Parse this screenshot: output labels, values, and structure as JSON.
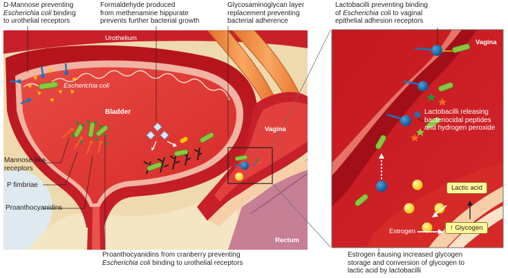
{
  "labels": {
    "d_mannose_l1": "D-Mannose preventing",
    "d_mannose_l2_em": "Escherichia coli",
    "d_mannose_l2_rest": " binding",
    "d_mannose_l3": "to urothelial receptors",
    "formaldehyde_l1": "Formaldehyde produced",
    "formaldehyde_l2": "from methenamine hippurate",
    "formaldehyde_l3": "prevents further bacterial growth",
    "gag_l1": "Glycosaminoglycan layer",
    "gag_l2": "replacement preventing",
    "gag_l3": "bacterial adherence",
    "lacto_bind_l1": "Lactobacilli preventing binding",
    "lacto_bind_l2_pre": "of ",
    "lacto_bind_l2_em": "Escherichia coli",
    "lacto_bind_l2_rest": " to vaginal",
    "lacto_bind_l3": "epithelial adhesion receptors",
    "urothelium": "Urothelium",
    "ecoli": "Escherichia coli",
    "bladder": "Bladder",
    "vagina_left": "Vagina",
    "vagina_right": "Vagina",
    "rectum": "Rectum",
    "mannose_like_l1": "Mannose-like",
    "mannose_like_l2": "receptors",
    "p_fimbriae": "P fimbriae",
    "proanthocyanidins": "Proanthocyanidins",
    "cranberry_l1": "Proanthocyanidins from cranberry preventing",
    "cranberry_l2_em": "Escherichia coli",
    "cranberry_l2_rest": " binding to urothelial receptors",
    "lacto_release_l1": "Lactobacilli releasing",
    "lacto_release_l2": "bacteriocidal peptides",
    "lacto_release_l3": "and hydrogen peroxide",
    "lactic_acid": "Lactic acid",
    "glycogen": "↑ Glycogen",
    "estrogen": "Estrogen",
    "estrogen_note_l1": "Estrogen causing increased glycogen",
    "estrogen_note_l2": "storage and conversion of glycogen to",
    "estrogen_note_l3": "lactic acid by lactobacilli"
  },
  "colors": {
    "tissue_dark": "#c4181f",
    "tissue_mid": "#d9262a",
    "tissue_light": "#e8544c",
    "lumen": "#e2403c",
    "mucosa_edge": "#f1b3a2",
    "beige": "#efd9ae",
    "fat": "#f4e6c2",
    "rectum": "#c77f95",
    "pale_blue": "#dfeaf0",
    "orange_uterus": "#f08a3c",
    "bacteria_green": "#8cc63f",
    "receptor_blue": "#1c75bc",
    "lacto_yellow": "#ffe14a",
    "box_yellow": "#fff79a"
  }
}
